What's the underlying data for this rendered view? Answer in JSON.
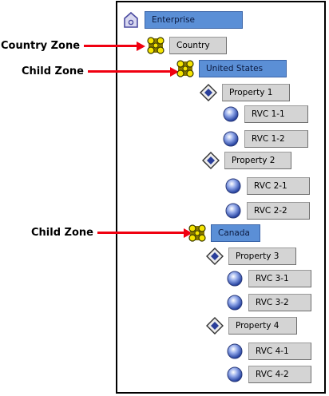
{
  "callouts": {
    "country_zone": "Country Zone",
    "child_zone_us": "Child Zone",
    "child_zone_canada": "Child Zone"
  },
  "tree": {
    "enterprise": "Enterprise",
    "country": "Country",
    "united_states": "United States",
    "property_1": "Property  1",
    "rvc_1_1": "RVC  1-1",
    "rvc_1_2": "RVC  1-2",
    "property_2": "Property  2",
    "rvc_2_1": "RVC  2-1",
    "rvc_2_2": "RVC  2-2",
    "canada": "Canada",
    "property_3": "Property  3",
    "rvc_3_1": "RVC  3-1",
    "rvc_3_2": "RVC  3-2",
    "property_4": "Property  4",
    "rvc_4_1": "RVC  4-1",
    "rvc_4_2": "RVC  4-2"
  },
  "icons": {
    "enterprise": "house-icon",
    "zone": "zone-icon",
    "property": "diamond-icon",
    "rvc": "sphere-icon"
  },
  "colors": {
    "selected_label": "#5b8fd6",
    "label": "#d4d4d4",
    "arrow": "#f00010",
    "zone_icon": "#f5e400"
  }
}
